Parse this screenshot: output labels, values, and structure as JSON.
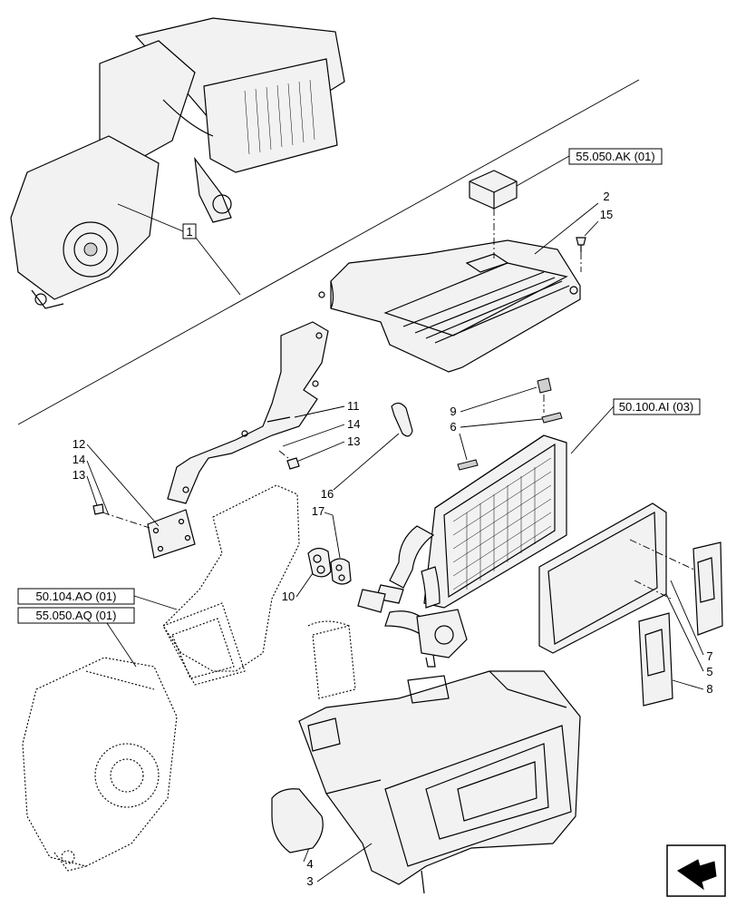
{
  "callouts": {
    "n1": "1",
    "n2": "2",
    "n3": "3",
    "n4": "4",
    "n5": "5",
    "n6": "6",
    "n7": "7",
    "n8": "8",
    "n9": "9",
    "n10": "10",
    "n11": "11",
    "n12": "12",
    "n13a": "13",
    "n13b": "13",
    "n14a": "14",
    "n14b": "14",
    "n15": "15",
    "n16": "16",
    "n17": "17"
  },
  "references": {
    "ref_ak": "55.050.AK (01)",
    "ref_ai": "50.100.AI (03)",
    "ref_ao": "50.104.AO (01)",
    "ref_aq": "55.050.AQ (01)"
  },
  "nav_icon": "next-page-arrow-icon"
}
